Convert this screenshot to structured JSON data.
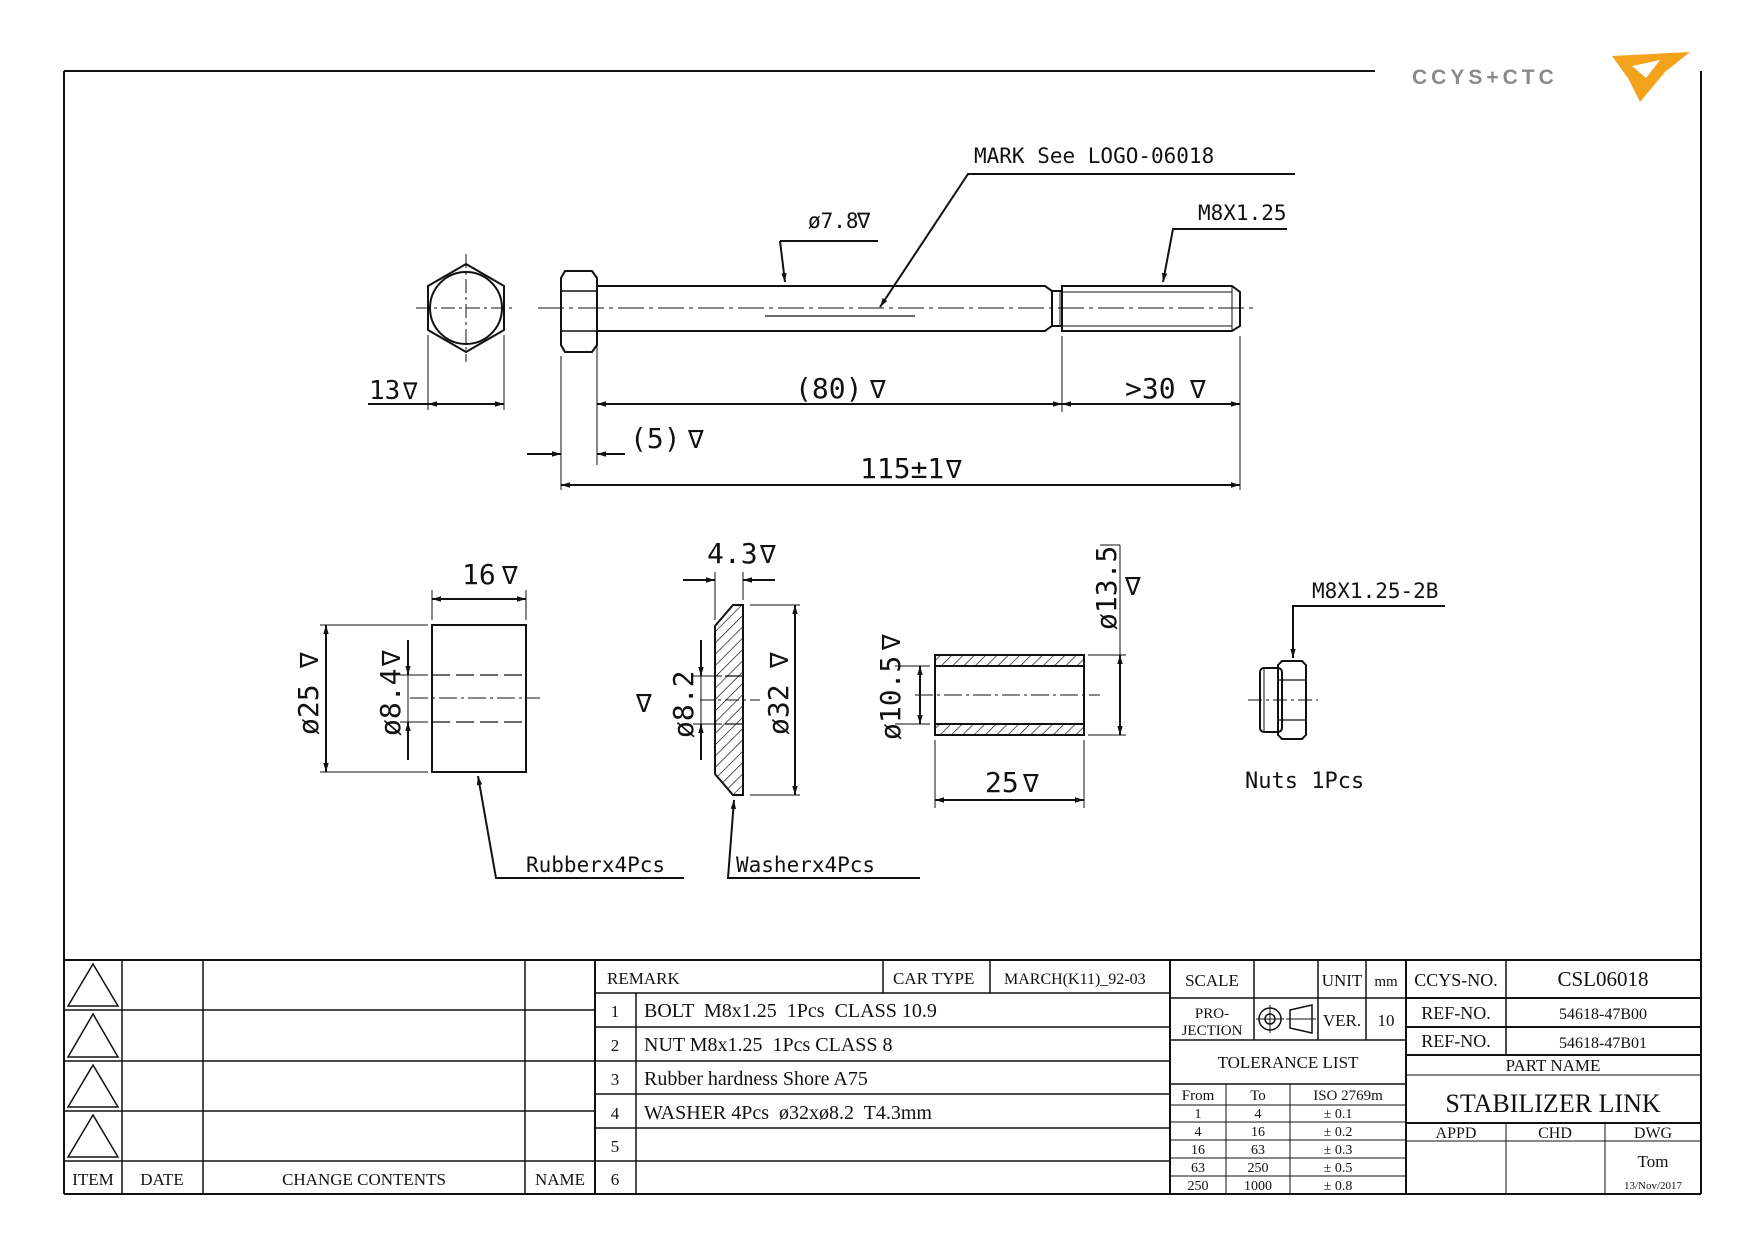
{
  "logo": {
    "text": "CCYS+CTC",
    "accent_color": "#f2a21b"
  },
  "drawing": {
    "mark_note": "MARK See LOGO-06018",
    "bolt": {
      "shank_dia": "ø7.8",
      "thread": "M8X1.25",
      "across_flats": "13",
      "shank_len": "(80)",
      "thread_len": ">30",
      "head_len": "(5)",
      "total_len": "115±1"
    },
    "rubber": {
      "length": "16",
      "outer_dia": "ø25",
      "inner_dia": "ø8.4",
      "label": "Rubberx4Pcs"
    },
    "washer": {
      "thickness": "4.3",
      "inner_dia": "ø8.2",
      "outer_dia": "ø32",
      "label": "Washerx4Pcs"
    },
    "sleeve": {
      "outer_dia": "ø13.5",
      "inner_dia": "ø10.5",
      "length": "25"
    },
    "nut": {
      "thread": "M8X1.25-2B",
      "label": "Nuts 1Pcs"
    },
    "finish_symbol": "∇"
  },
  "revision_table": {
    "headers": {
      "item": "ITEM",
      "date": "DATE",
      "change": "CHANGE CONTENTS",
      "name": "NAME"
    }
  },
  "remarks": {
    "header": "REMARK",
    "car_type_label": "CAR TYPE",
    "car_type_value": "MARCH(K11)_92-03",
    "rows": [
      {
        "no": "1",
        "text": "BOLT  M8x1.25  1Pcs  CLASS 10.9"
      },
      {
        "no": "2",
        "text": "NUT M8x1.25  1Pcs CLASS 8"
      },
      {
        "no": "3",
        "text": "Rubber hardness Shore A75"
      },
      {
        "no": "4",
        "text": "WASHER 4Pcs  ø32xø8.2  T4.3mm"
      },
      {
        "no": "5",
        "text": ""
      },
      {
        "no": "6",
        "text": ""
      }
    ]
  },
  "info": {
    "scale_label": "SCALE",
    "unit_label": "UNIT",
    "unit_value": "mm",
    "projection_label_1": "PRO-",
    "projection_label_2": "JECTION",
    "ver_label": "VER.",
    "ver_value": "10",
    "tolerance_title": "TOLERANCE LIST",
    "tolerance_headers": [
      "From",
      "To",
      "ISO 2769m"
    ],
    "tolerance_rows": [
      [
        "1",
        "4",
        "± 0.1"
      ],
      [
        "4",
        "16",
        "± 0.2"
      ],
      [
        "16",
        "63",
        "± 0.3"
      ],
      [
        "63",
        "250",
        "± 0.5"
      ],
      [
        "250",
        "1000",
        "± 0.8"
      ]
    ]
  },
  "title_block": {
    "ccys_no_label": "CCYS-NO.",
    "ccys_no": "CSL06018",
    "ref1_label": "REF-NO.",
    "ref1": "54618-47B00",
    "ref2_label": "REF-NO.",
    "ref2": "54618-47B01",
    "part_name_label": "PART NAME",
    "part_name": "STABILIZER LINK",
    "appd_label": "APPD",
    "chd_label": "CHD",
    "dwg_label": "DWG",
    "dwg_name": "Tom",
    "date": "13/Nov/2017"
  }
}
